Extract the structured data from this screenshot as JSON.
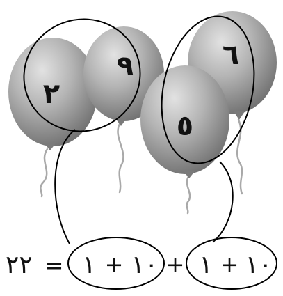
{
  "balloons": [
    {
      "id": "left",
      "label": "٢"
    },
    {
      "id": "mid-left",
      "label": "٩"
    },
    {
      "id": "mid-right",
      "label": "٥"
    },
    {
      "id": "right",
      "label": "٦"
    }
  ],
  "equation": {
    "result": "٢٢",
    "equals": "=",
    "outer_plus": "+",
    "left_group": {
      "a": "١",
      "op": "+",
      "b": "١٠"
    },
    "right_group": {
      "a": "١",
      "op": "+",
      "b": "١٠"
    }
  },
  "colors": {
    "balloon_light": "#dcdcdc",
    "balloon_mid": "#a8a8a8",
    "balloon_dark": "#6e6e6e",
    "string": "#aaaaaa",
    "outline": "#000000"
  }
}
